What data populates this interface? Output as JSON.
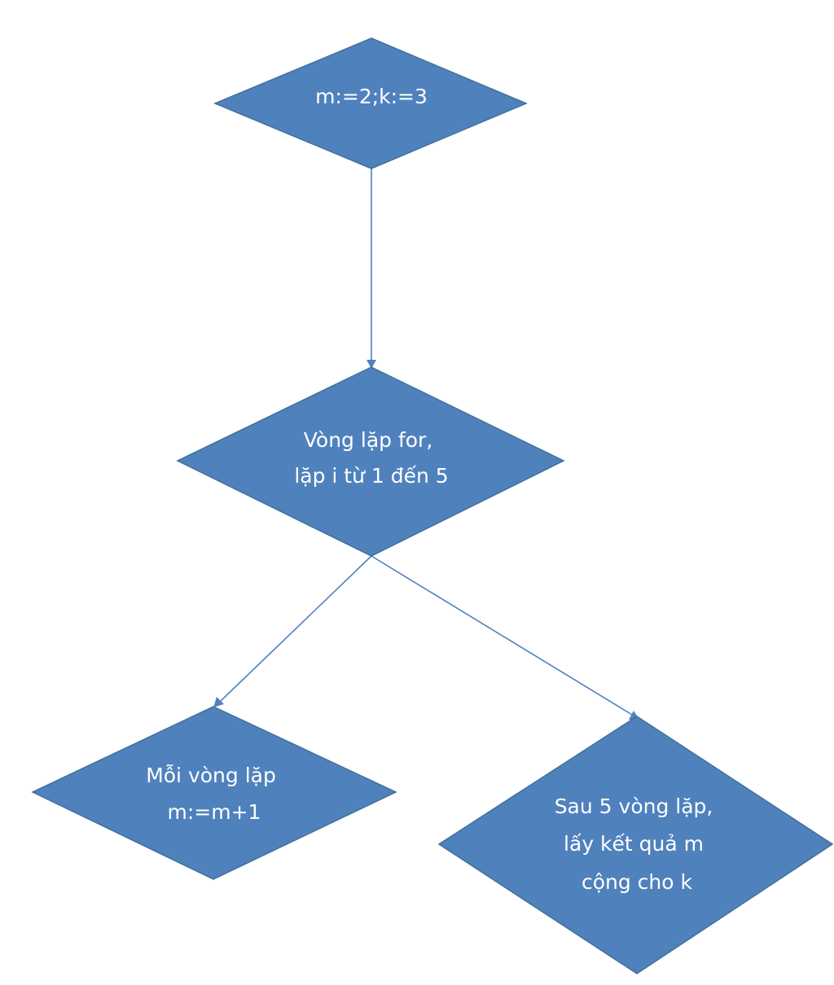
{
  "nodes": {
    "init": {
      "shape": "diamond",
      "lines": [
        "m:=2;k:=3"
      ]
    },
    "loop": {
      "shape": "diamond",
      "lines": [
        "Vòng lặp for,",
        "lặp i từ 1 đến 5"
      ]
    },
    "each": {
      "shape": "diamond",
      "lines": [
        "Mỗi vòng lặp",
        "m:=m+1"
      ]
    },
    "after": {
      "shape": "diamond",
      "lines": [
        "Sau 5 vòng lặp,",
        "lấy kết quả m",
        "cộng cho k"
      ]
    }
  },
  "edges": [
    {
      "from": "init",
      "to": "loop"
    },
    {
      "from": "loop",
      "to": "each"
    },
    {
      "from": "loop",
      "to": "after"
    }
  ],
  "colors": {
    "node_fill": "#4F81BD",
    "node_text": "#FFFFFF",
    "edge": "#4F81BD"
  }
}
